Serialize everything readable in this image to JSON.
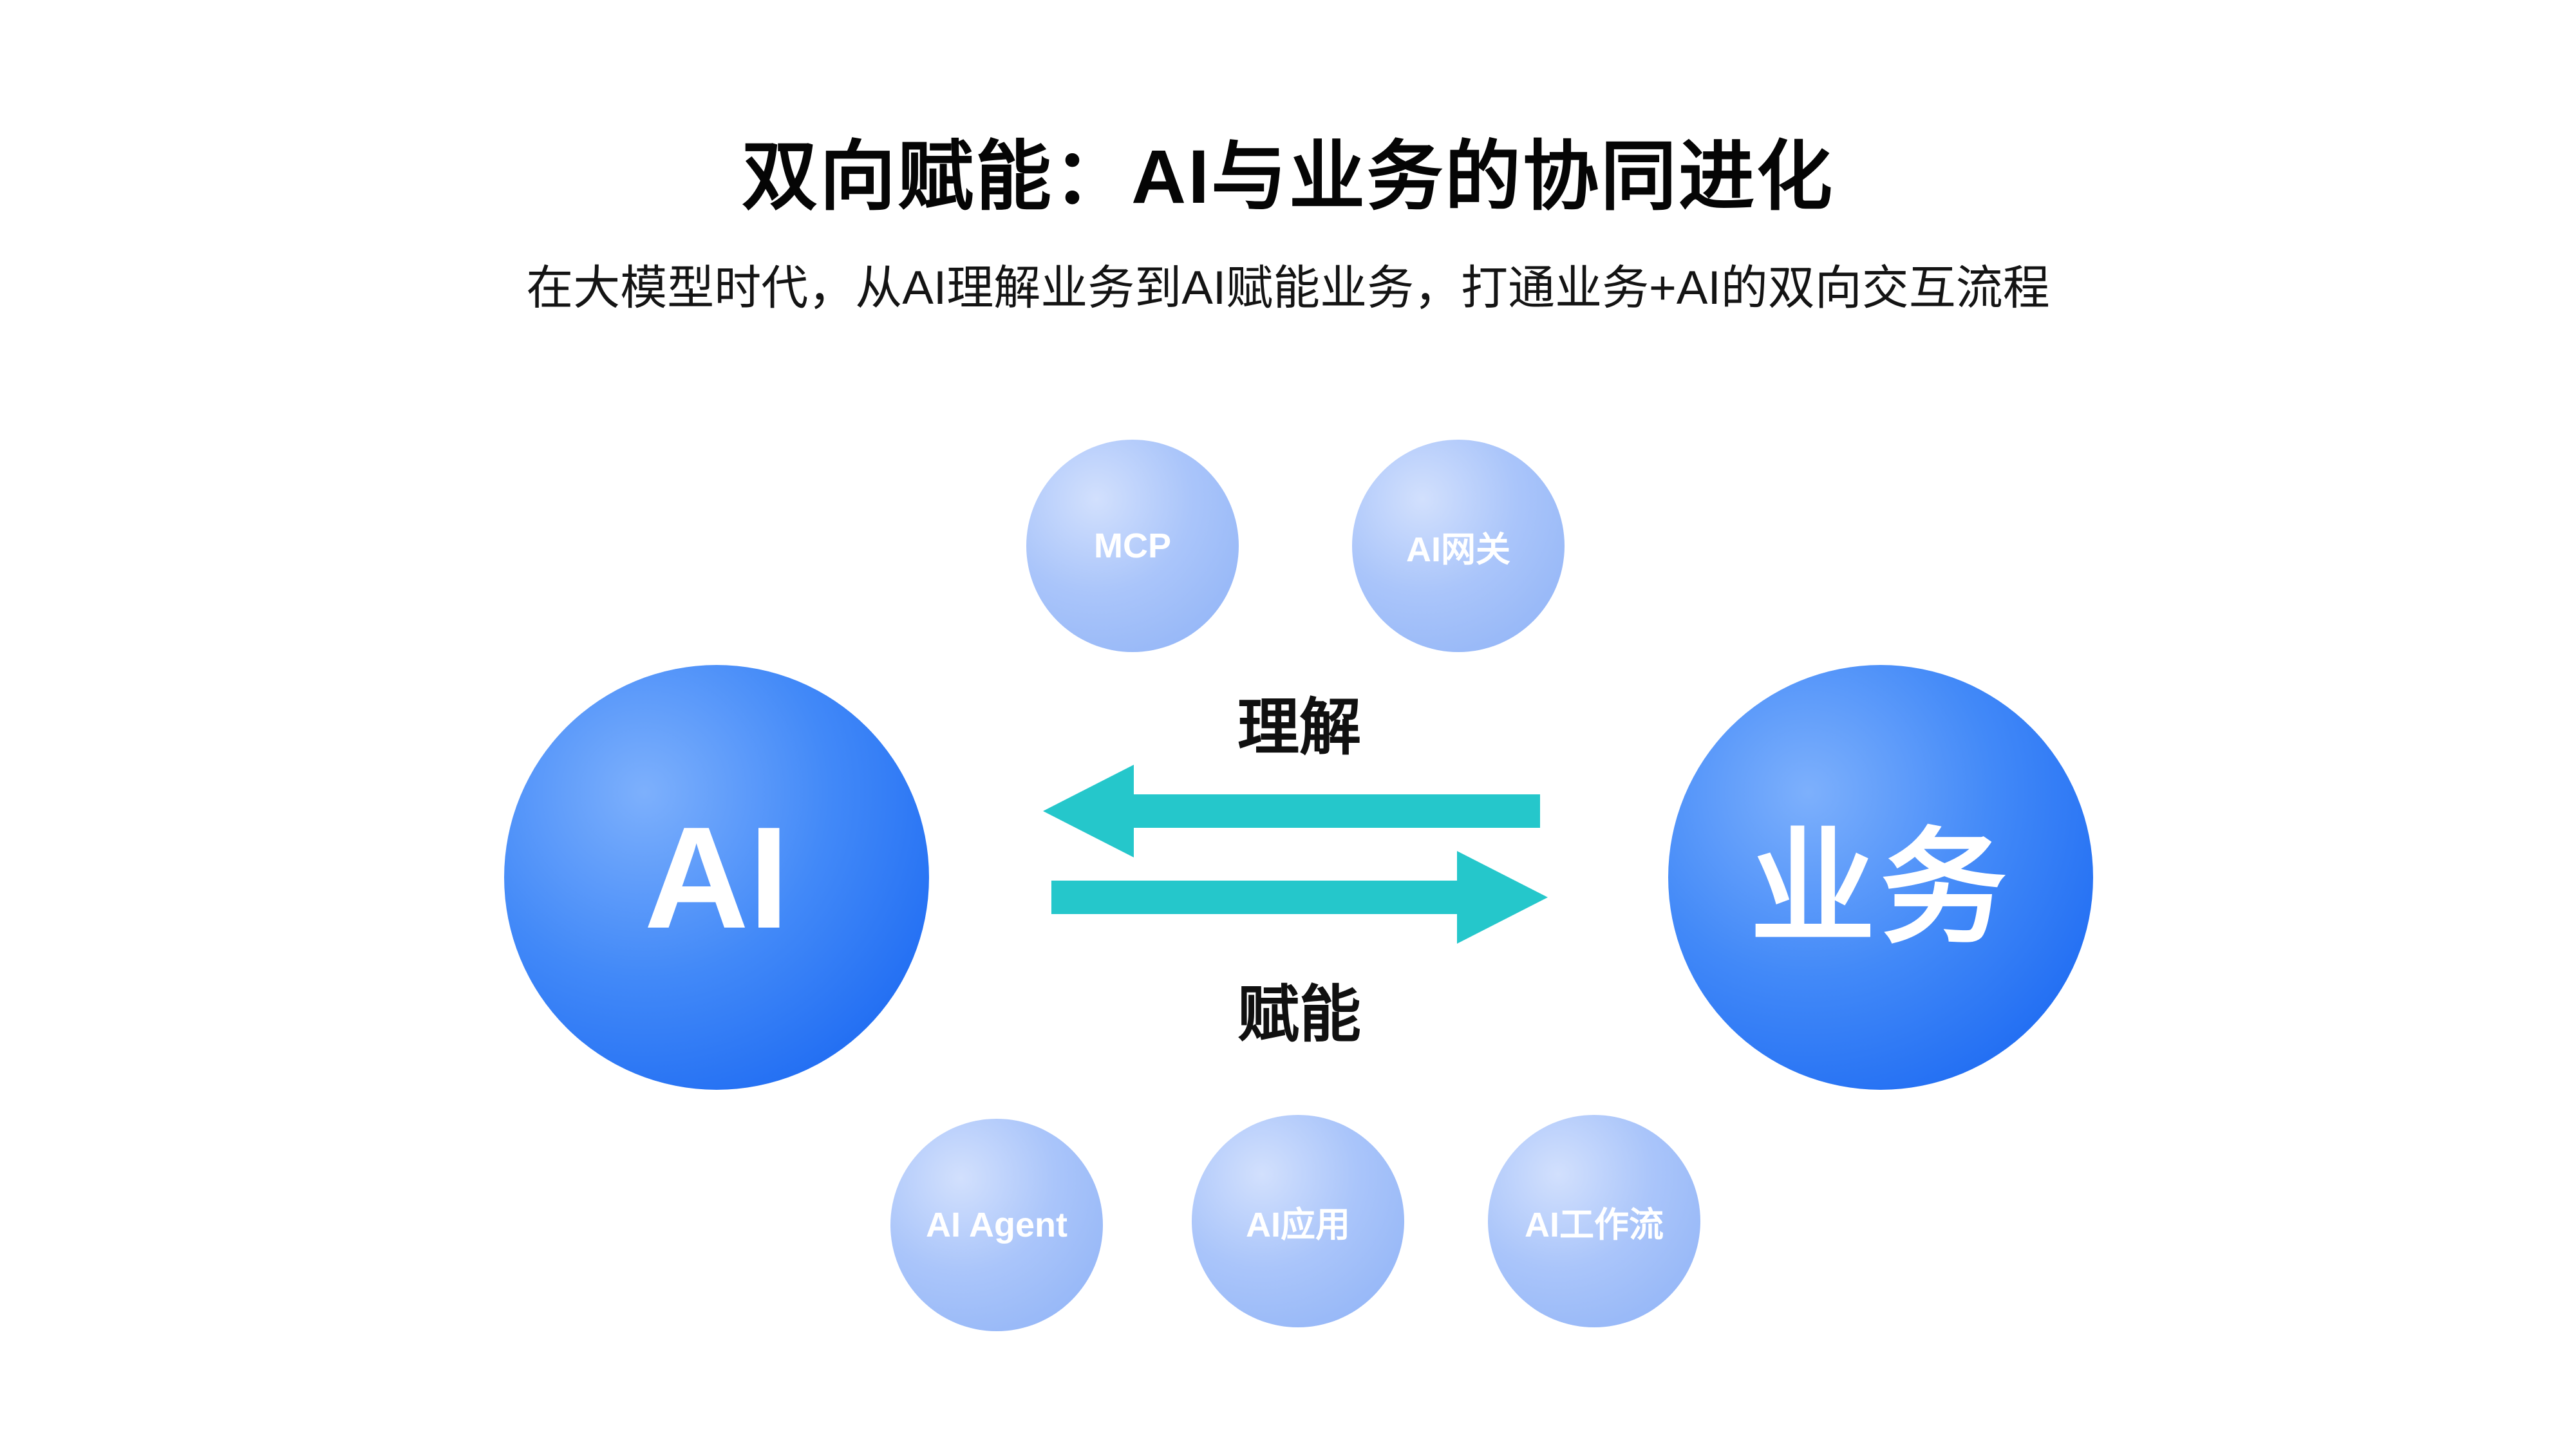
{
  "header": {
    "title": "双向赋能：AI与业务的协同进化",
    "subtitle": "在大模型时代，从AI理解业务到AI赋能业务，打通业务+AI的双向交互流程"
  },
  "diagram": {
    "left_node": {
      "label": "AI"
    },
    "right_node": {
      "label": "业务"
    },
    "top_nodes": [
      {
        "label": "MCP"
      },
      {
        "label": "AI网关"
      }
    ],
    "bottom_nodes": [
      {
        "label": "AI Agent"
      },
      {
        "label": "AI应用"
      },
      {
        "label": "AI工作流"
      }
    ],
    "arrows": [
      {
        "label": "理解",
        "direction": "right-to-left"
      },
      {
        "label": "赋能",
        "direction": "left-to-right"
      }
    ],
    "colors": {
      "big_node_gradient_start": "#7db0fc",
      "big_node_gradient_end": "#1b66ee",
      "small_node_gradient_start": "#d2e0fd",
      "small_node_gradient_end": "#8db1f6",
      "arrow": "#25c7cb",
      "node_text": "#ffffff",
      "title_text": "#050505"
    }
  }
}
